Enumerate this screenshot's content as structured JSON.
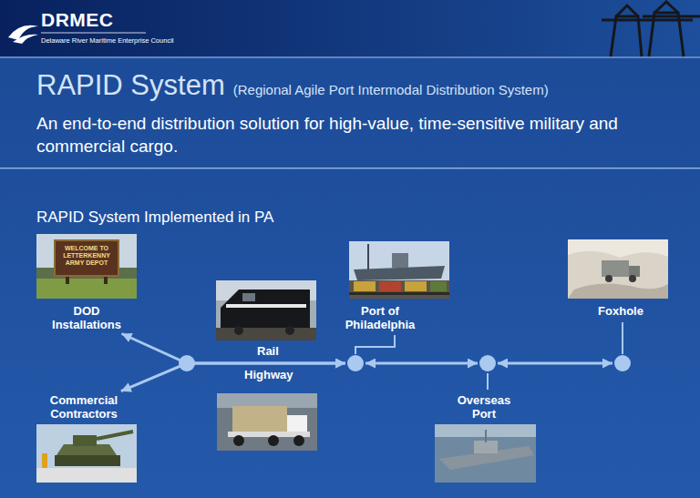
{
  "diagram": {
    "title": "RAPID System",
    "nodes": [
      {
        "text": [
          "DOD Installations"
        ]
      },
      {
        "text": [
          "Commercial Contractors"
        ]
      },
      {
        "text": [
          "Port of Philadelphia"
        ]
      },
      {
        "text": [
          "Overseas Port"
        ]
      },
      {
        "text": [
          "Foxhole"
        ]
      }
    ],
    "edges": [
      {
        "from": 0,
        "to": 2,
        "arrow": "both",
        "label": "Rail"
      },
      {
        "from": 1,
        "to": 2,
        "arrow": "both",
        "label": "Highway"
      },
      {
        "from": 2,
        "to": 3,
        "arrow": "both"
      },
      {
        "from": 3,
        "to": 4,
        "arrow": "both"
      }
    ],
    "labels": [
      "DRMEC",
      "Delaware River Maritime Enterprise Council",
      "(Regional Agile Port Intermodal Distribution System)",
      "An end-to-end distribution solution for high-value, time-sensitive military and commercial cargo.",
      "RAPID System Implemented in PA",
      "WELCOME TO LETTERKENNY ARMY DEPOT"
    ]
  }
}
